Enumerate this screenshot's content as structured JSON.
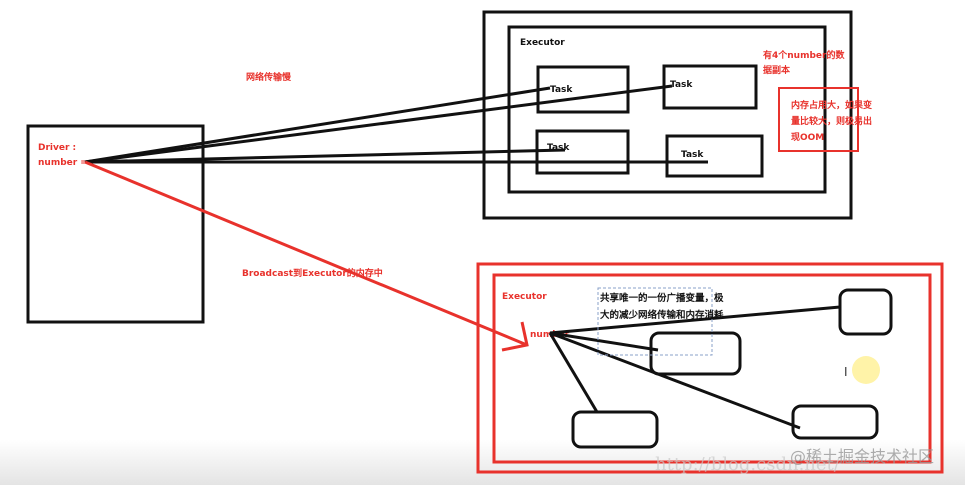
{
  "driver": {
    "title": "Driver :",
    "variable": "number = "
  },
  "labels": {
    "slow_network": "网络传输慢",
    "broadcast": "Broadcast到Executor的内存中",
    "copies_line1": "有4个number的数",
    "copies_line2": "据副本",
    "oom_line1": "内存占用大，如果变",
    "oom_line2": "量比较大，则极易出",
    "oom_line3": "现OOM"
  },
  "executor_top": {
    "title": "Executor",
    "tasks": [
      "Task",
      "Task",
      "Task",
      "Task"
    ]
  },
  "executor_bottom": {
    "title": "Executor",
    "variable": "number",
    "note_line1": "共享唯一的一份广播变量，极",
    "note_line2": "大的减少网络传输和内存消耗"
  },
  "watermark": {
    "text": "@稀土掘金技术社区",
    "url": "http://blog.csdn.net/"
  },
  "colors": {
    "accent": "#e8322c",
    "stroke": "#111111",
    "cursor": "#fff3a8"
  }
}
